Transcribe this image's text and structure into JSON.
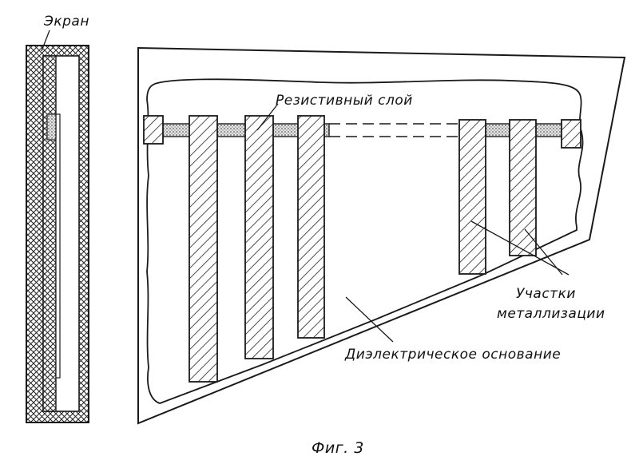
{
  "figure": {
    "caption": "Фиг. 3",
    "labels": {
      "screen": "Экран",
      "resistive_layer": "Резистивный слой",
      "metallization_line1": "Участки",
      "metallization_line2": "металлизации",
      "dielectric_base": "Диэлектрическое основание"
    }
  },
  "colors": {
    "ink": "#1a1a1a",
    "paper": "#ffffff",
    "resistive_fill": "#d8d8d8"
  }
}
